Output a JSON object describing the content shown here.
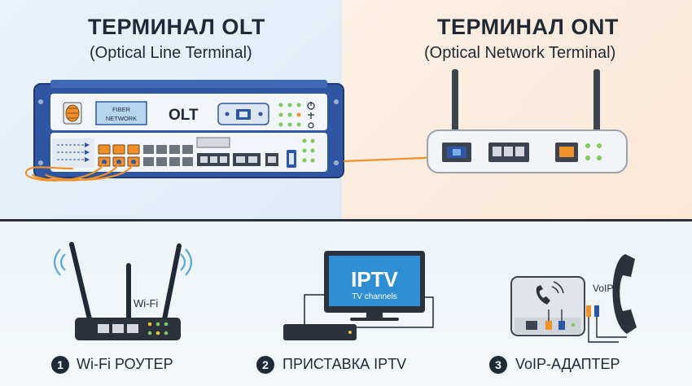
{
  "olt": {
    "title": "ТЕРМИНАЛ OLT",
    "subtitle": "(Optical Line Terminal)",
    "label": "OLT",
    "fiber_label_1": "FIBER",
    "fiber_label_2": "NETWORK"
  },
  "ont": {
    "title": "ТЕРМИНАЛ ONT",
    "subtitle": "(Optical Network Terminal)"
  },
  "devices": [
    {
      "number": "1",
      "caption": "Wi-Fi РОУТЕР",
      "label": "Wi-Fi"
    },
    {
      "number": "2",
      "caption": "ПРИСТАВКА IPTV",
      "screen_title": "IPTV",
      "screen_sub": "TV channels"
    },
    {
      "number": "3",
      "caption": "VoIP-АДАПТЕР",
      "label": "VoIP"
    }
  ],
  "colors": {
    "olt_blue": "#2f56a3",
    "fiber_orange": "#f0902a",
    "dark": "#1f2a36",
    "led_green": "#7ccb5b"
  }
}
